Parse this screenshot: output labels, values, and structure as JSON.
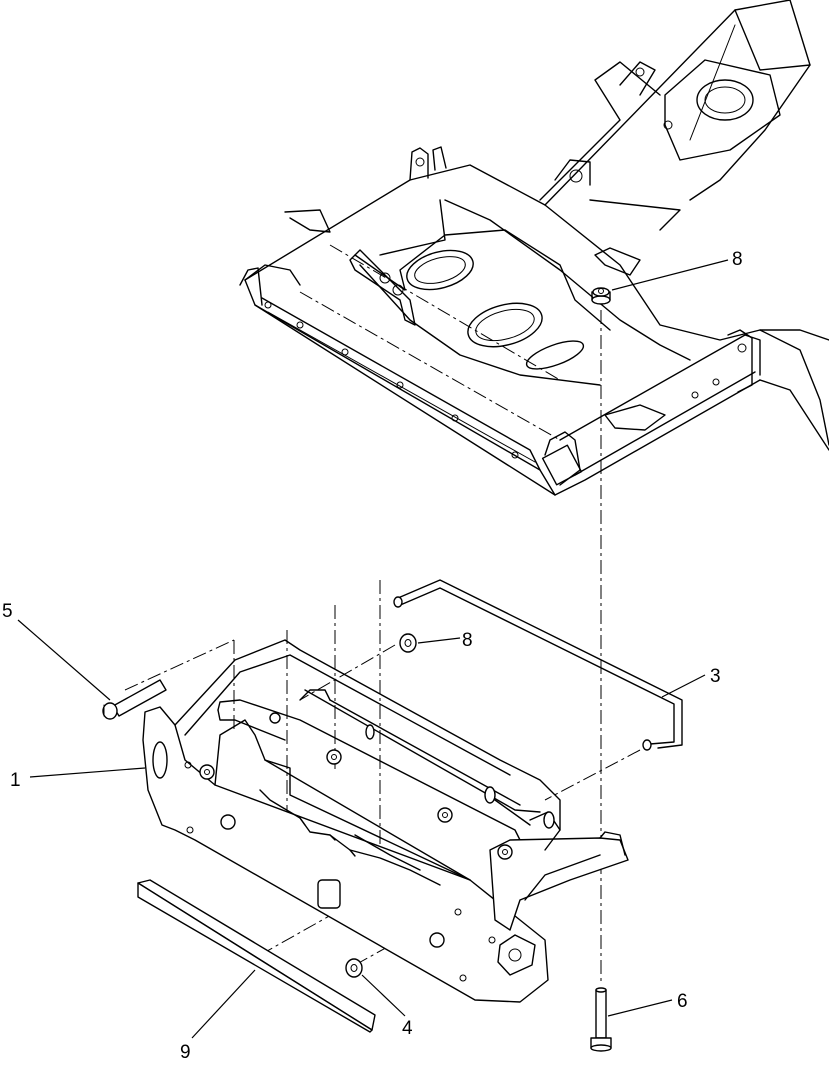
{
  "callouts": [
    {
      "id": "1"
    },
    {
      "id": "3"
    },
    {
      "id": "4"
    },
    {
      "id": "5"
    },
    {
      "id": "6"
    },
    {
      "id": "8"
    },
    {
      "id": "8"
    },
    {
      "id": "9"
    }
  ]
}
